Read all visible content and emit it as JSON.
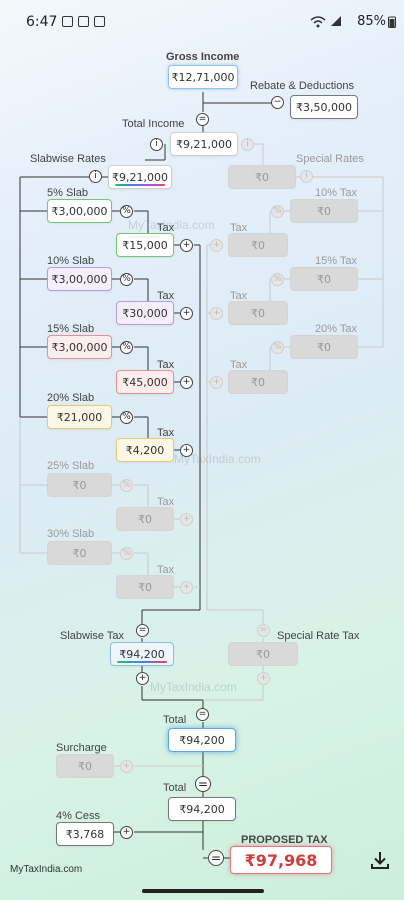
{
  "status": {
    "time": "6:47",
    "battery": "85%"
  },
  "labels": {
    "gross_income": "Gross Income",
    "rebate": "Rebate & Deductions",
    "total_income": "Total Income",
    "slabwise_rates": "Slabwise Rates",
    "special_rates": "Special Rates",
    "tax": "Tax",
    "slabwise_tax": "Slabwise Tax",
    "special_rate_tax": "Special Rate Tax",
    "total": "Total",
    "surcharge": "Surcharge",
    "cess": "4% Cess",
    "proposed_tax": "PROPOSED TAX"
  },
  "values": {
    "gross_income": "₹12,71,000",
    "rebate": "₹3,50,000",
    "total_income": "₹9,21,000",
    "slabwise_rates": "₹9,21,000",
    "special_rates": "₹0",
    "slabwise_tax": "₹94,200",
    "special_rate_tax": "₹0",
    "total1": "₹94,200",
    "surcharge": "₹0",
    "total2": "₹94,200",
    "cess": "₹3,768",
    "proposed_tax": "₹97,968"
  },
  "slabs": [
    {
      "name": "5% Slab",
      "amount": "₹3,00,000",
      "tax": "₹15,000"
    },
    {
      "name": "10% Slab",
      "amount": "₹3,00,000",
      "tax": "₹30,000"
    },
    {
      "name": "15% Slab",
      "amount": "₹3,00,000",
      "tax": "₹45,000"
    },
    {
      "name": "20% Slab",
      "amount": "₹21,000",
      "tax": "₹4,200"
    },
    {
      "name": "25% Slab",
      "amount": "₹0",
      "tax": "₹0"
    },
    {
      "name": "30% Slab",
      "amount": "₹0",
      "tax": "₹0"
    }
  ],
  "special": [
    {
      "name": "10% Tax",
      "amount": "₹0",
      "tax": "₹0"
    },
    {
      "name": "15% Tax",
      "amount": "₹0",
      "tax": "₹0"
    },
    {
      "name": "20% Tax",
      "amount": "₹0",
      "tax": "₹0"
    }
  ],
  "ops": {
    "minus": "−",
    "info": "i",
    "percent": "%",
    "plus": "+",
    "equals": "="
  },
  "footer": {
    "brand": "MyTaxIndia.com"
  },
  "watermark": "MyTaxIndia.com"
}
